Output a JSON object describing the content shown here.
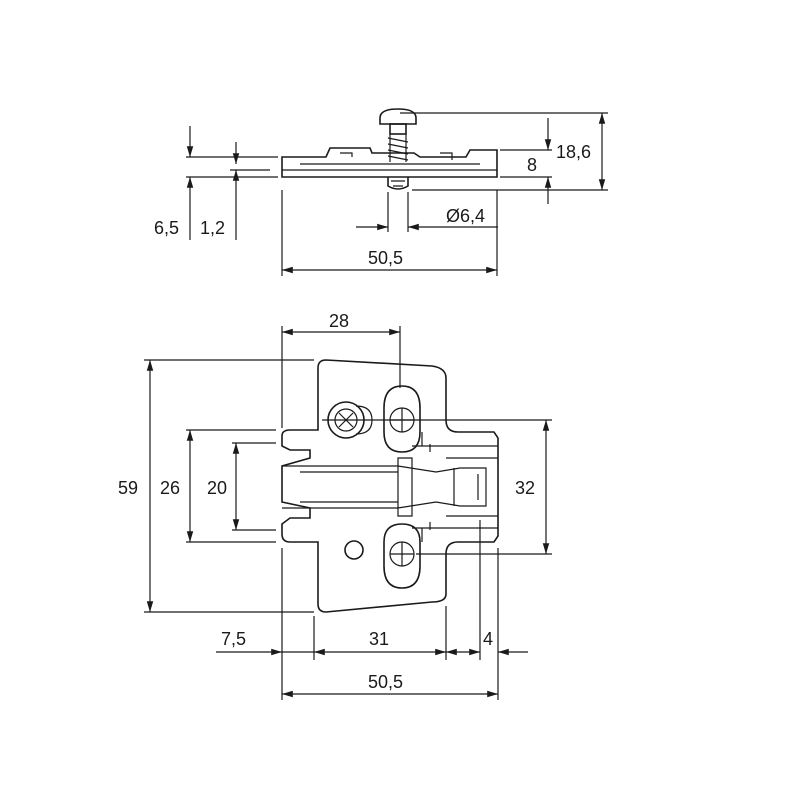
{
  "dimensions": {
    "side_view": {
      "total_height": "18,6",
      "plate_height": "8",
      "base_height": "6,5",
      "plate_thickness": "1,2",
      "screw_diameter": "Ø6,4",
      "width": "50,5"
    },
    "top_view": {
      "depth_28": "28",
      "height_59": "59",
      "height_26": "26",
      "height_20": "20",
      "screw_spacing_32": "32",
      "offset_7_5": "7,5",
      "width_31": "31",
      "offset_4": "4",
      "width_50_5": "50,5"
    }
  },
  "colors": {
    "line": "#1a1a1a",
    "background": "#ffffff"
  }
}
